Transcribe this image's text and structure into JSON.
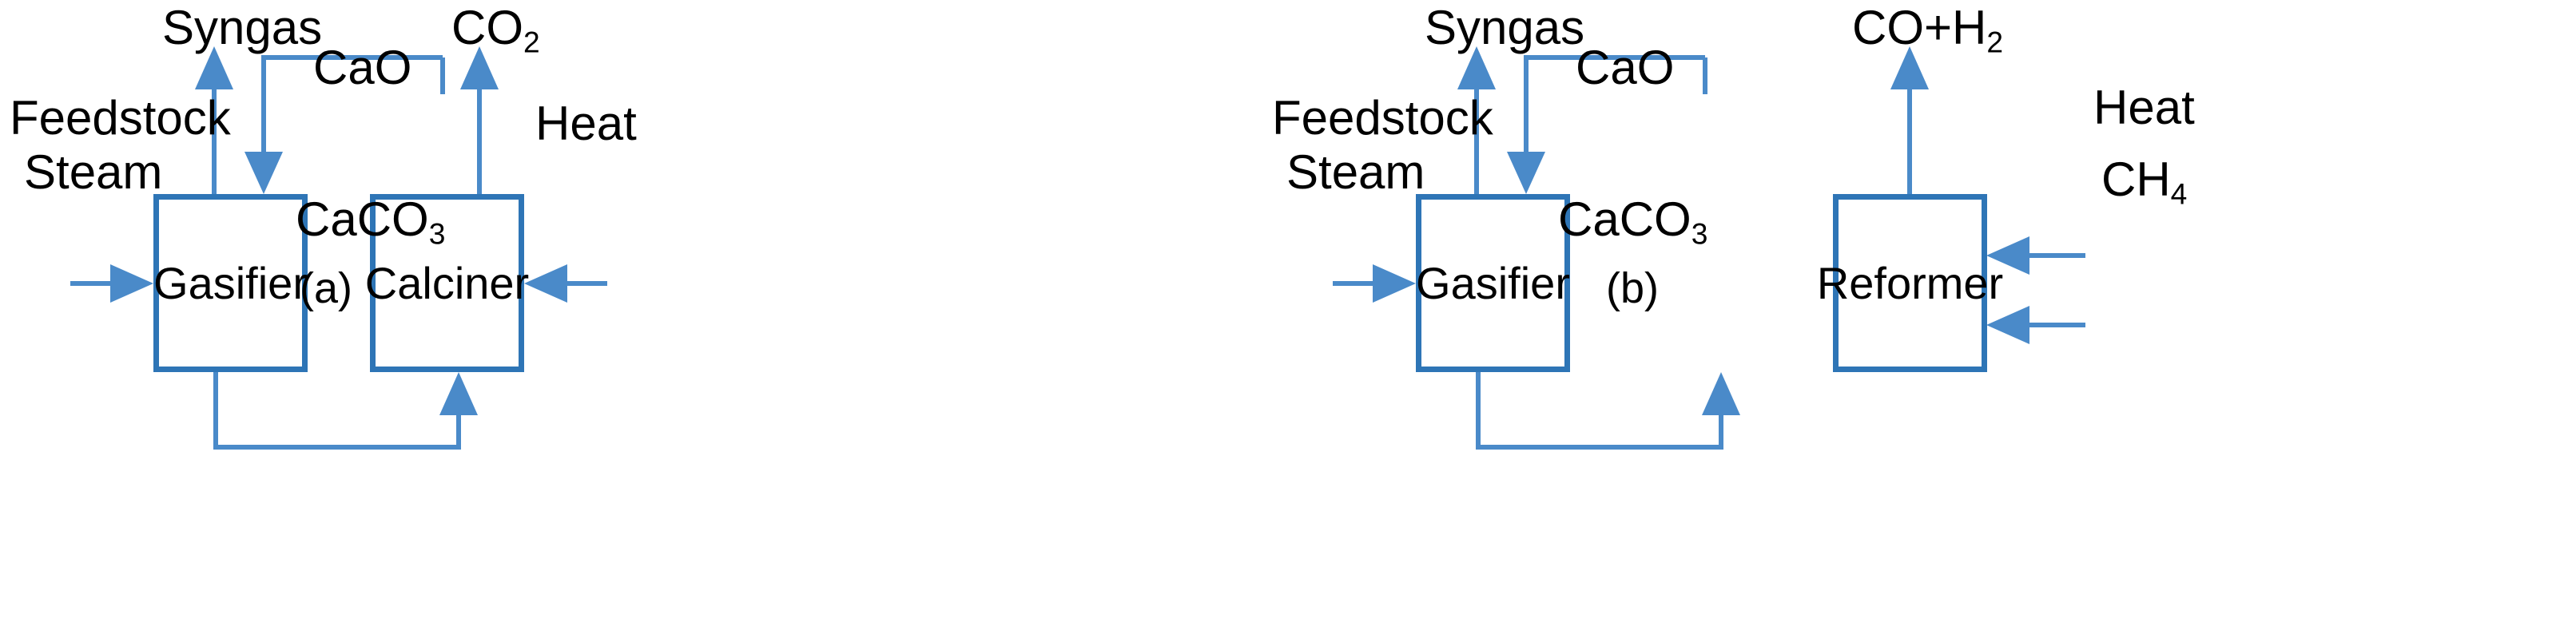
{
  "figure": {
    "background": "#ffffff",
    "line_color": "#4a8ac9",
    "box_border_color": "#2e75b6",
    "text_color": "#000000"
  },
  "panels": [
    {
      "id": "a",
      "caption": "(a)",
      "units": [
        {
          "name": "gasifier",
          "label": "Gasifier"
        },
        {
          "name": "calciner",
          "label": "Calciner"
        }
      ],
      "streams": {
        "syngas": "Syngas",
        "cao": "CaO",
        "co2": "CO2",
        "co2_base": "CO",
        "co2_sub": "2",
        "heat": "Heat",
        "feedstock": "Feedstock",
        "steam": "Steam",
        "caco3_base": "CaCO",
        "caco3_sub": "3"
      }
    },
    {
      "id": "b",
      "caption": "(b)",
      "units": [
        {
          "name": "gasifier",
          "label": "Gasifier"
        },
        {
          "name": "reformer",
          "label": "Reformer"
        }
      ],
      "streams": {
        "syngas": "Syngas",
        "cao": "CaO",
        "co_h2_base": "CO+H",
        "co_h2_sub": "2",
        "heat": "Heat",
        "ch4_base": "CH",
        "ch4_sub": "4",
        "feedstock": "Feedstock",
        "steam": "Steam",
        "caco3_base": "CaCO",
        "caco3_sub": "3"
      }
    }
  ]
}
